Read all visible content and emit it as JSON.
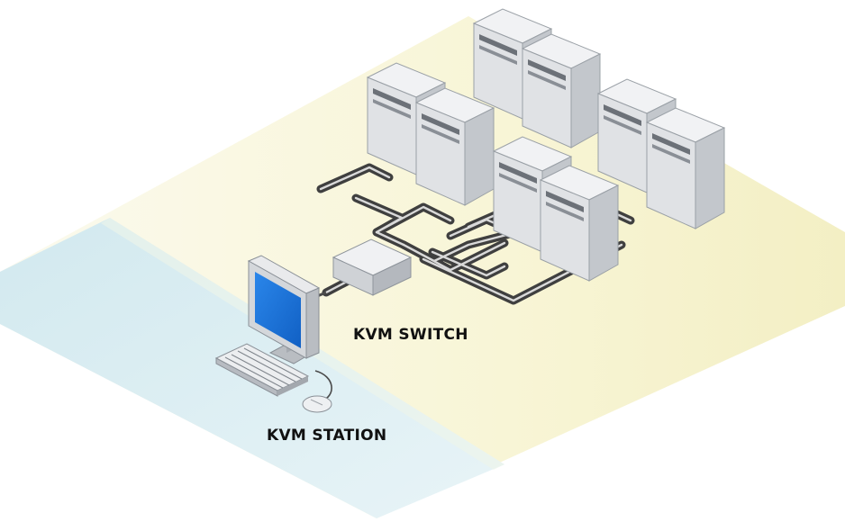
{
  "labels": {
    "kvm_switch": "KVM SWITCH",
    "kvm_station": "KVM STATION"
  },
  "colors": {
    "floor_main": "#f7f6da",
    "floor_station_zone": "#d6ecf1",
    "server_side": "#c9ccd1",
    "server_front": "#e2e4e7",
    "server_top": "#f1f2f4",
    "cable": "#4a4a4a",
    "monitor_screen": "#1e73d8",
    "label_text": "#111111"
  },
  "diagram": {
    "server_count": 8,
    "components": [
      "kvm-switch",
      "kvm-station",
      "servers"
    ]
  }
}
